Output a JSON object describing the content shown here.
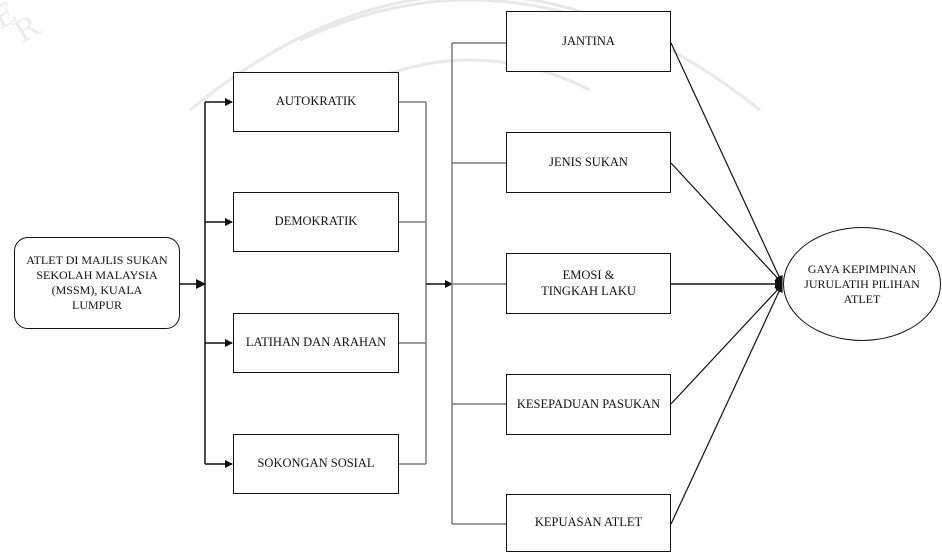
{
  "diagram": {
    "source": "ATLET DI MAJLIS SUKAN\nSEKOLAH MALAYSIA\n(MSSM), KUALA\nLUMPUR",
    "leadership_styles": [
      "AUTOKRATIK",
      "DEMOKRATIK",
      "LATIHAN DAN ARAHAN",
      "SOKONGAN SOSIAL"
    ],
    "factors": [
      "JANTINA",
      "JENIS SUKAN",
      "EMOSI &\nTINGKAH LAKU",
      "KESEPADUAN PASUKAN",
      "KEPUASAN ATLET"
    ],
    "outcome": "GAYA KEPIMPINAN\nJURULATIH PILIHAN\nATLET"
  },
  "colors": {
    "line": "#111111",
    "connector": "#7a7a7a",
    "watermark": "#e6e6e6"
  }
}
